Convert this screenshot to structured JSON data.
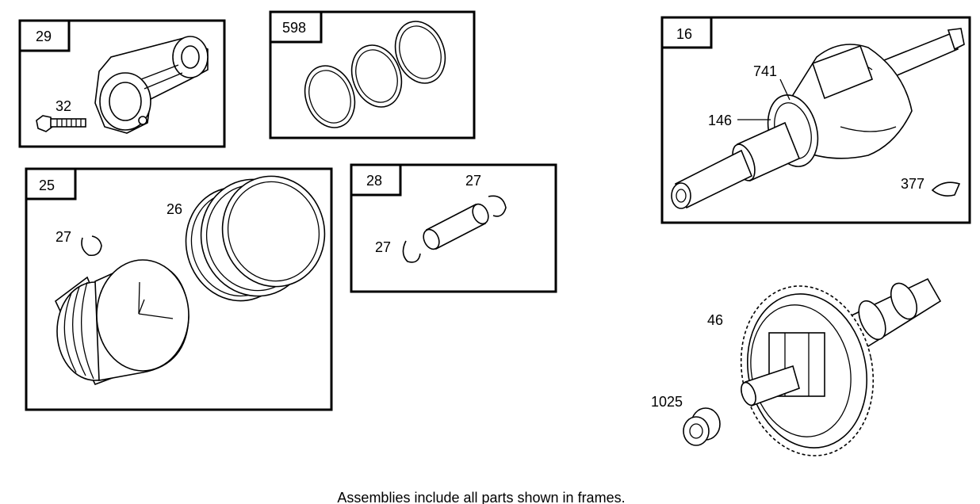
{
  "frames": {
    "f29": "29",
    "f598": "598",
    "f16": "16",
    "f25": "25",
    "f28": "28"
  },
  "callouts": {
    "c32": "32",
    "c26": "26",
    "c27a": "27",
    "c27b": "27",
    "c27c": "27",
    "c741": "741",
    "c146": "146",
    "c377": "377",
    "c46": "46",
    "c1025": "1025"
  },
  "caption": "Assemblies include all parts shown in frames."
}
